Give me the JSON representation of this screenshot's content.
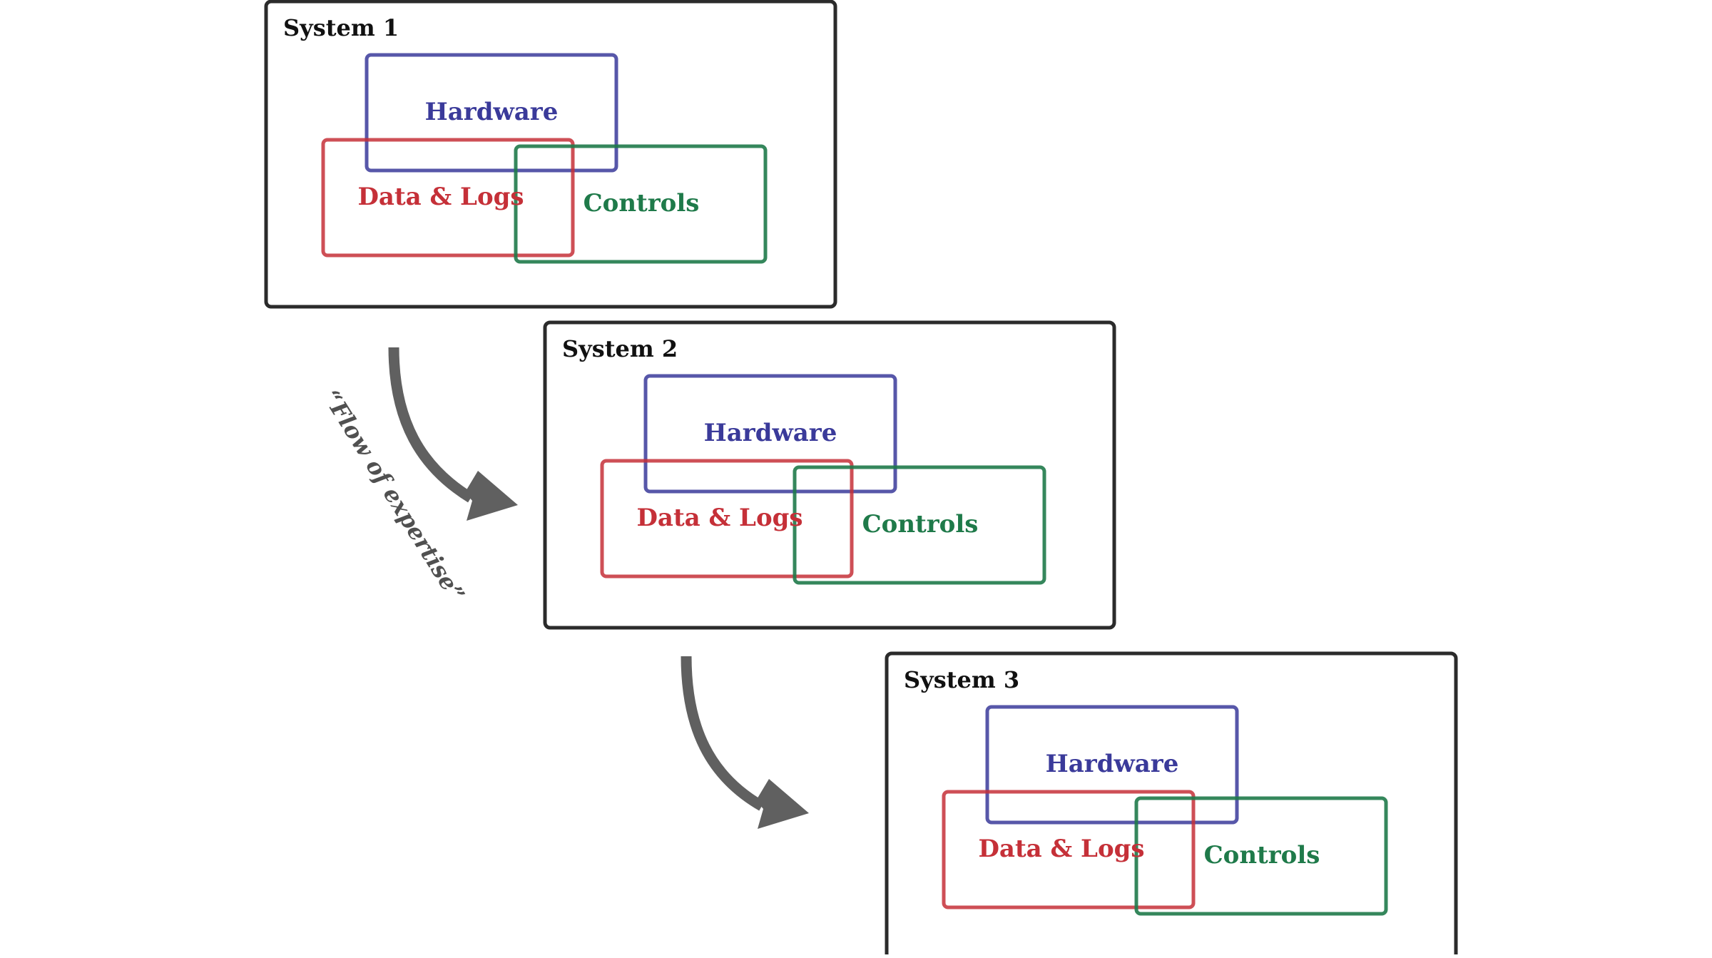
{
  "colors": {
    "frame": "#2b2b2b",
    "hardware": "#3a3a9a",
    "data_logs": "#c53038",
    "controls": "#1f7a4a",
    "arrow": "#606060",
    "flow_label": "#505050",
    "background": "#ffffff"
  },
  "systems": [
    {
      "title": "System 1",
      "hardware": "Hardware",
      "data_logs": "Data & Logs",
      "controls": "Controls"
    },
    {
      "title": "System 2",
      "hardware": "Hardware",
      "data_logs": "Data & Logs",
      "controls": "Controls"
    },
    {
      "title": "System 3",
      "hardware": "Hardware",
      "data_logs": "Data & Logs",
      "controls": "Controls"
    }
  ],
  "flow_label": "“Flow of expertise”",
  "arrows": [
    {
      "from": "System 1",
      "to": "System 2"
    },
    {
      "from": "System 2",
      "to": "System 3"
    }
  ]
}
